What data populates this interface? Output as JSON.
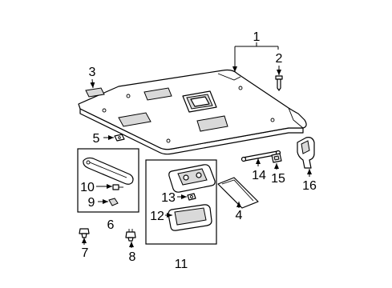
{
  "callouts": [
    "1",
    "2",
    "3",
    "4",
    "5",
    "6",
    "7",
    "8",
    "9",
    "10",
    "11",
    "12",
    "13",
    "14",
    "15",
    "16"
  ],
  "colors": {
    "line": "#000000",
    "background": "#ffffff"
  }
}
